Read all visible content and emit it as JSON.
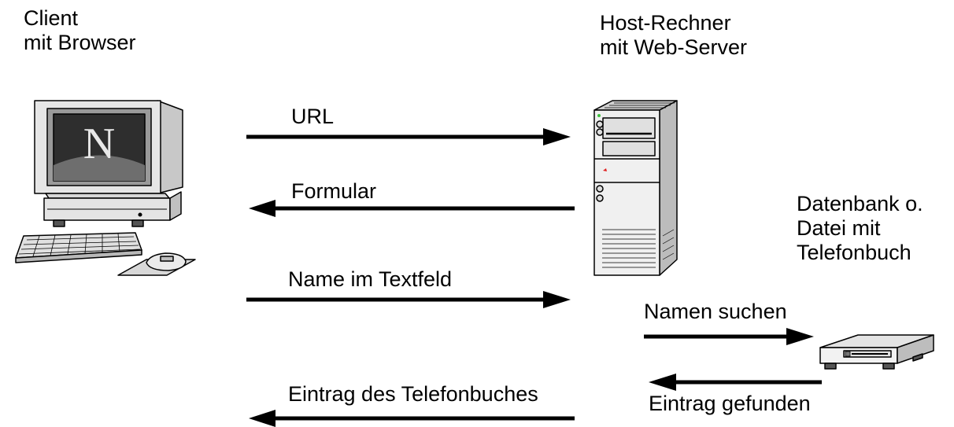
{
  "client": {
    "line1": "Client",
    "line2": "mit Browser",
    "screen_glyph": "N"
  },
  "host": {
    "line1": "Host-Rechner",
    "line2": "mit Web-Server"
  },
  "database": {
    "line1": "Datenbank o.",
    "line2": "Datei mit",
    "line3": "Telefonbuch"
  },
  "arrows": {
    "url": "URL",
    "formular": "Formular",
    "name": "Name im Textfeld",
    "namen_suchen": "Namen suchen",
    "eintrag_gefunden": "Eintrag gefunden",
    "eintrag_telefonbuch": "Eintrag des Telefonbuches"
  }
}
